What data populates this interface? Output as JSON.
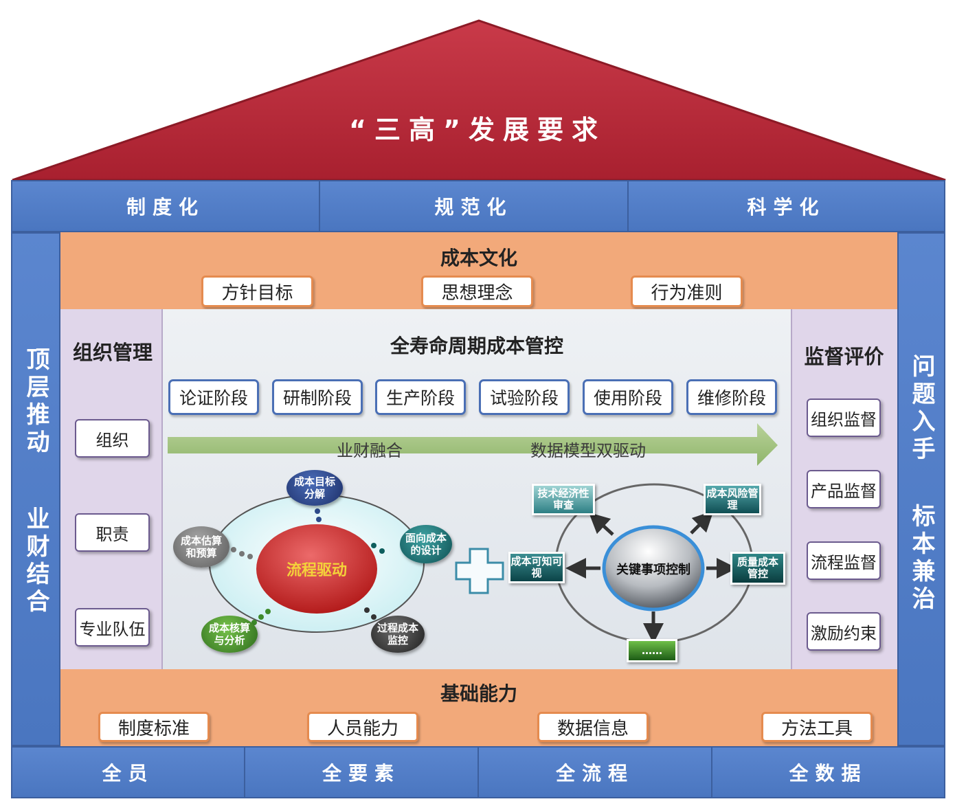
{
  "roof": {
    "title": "“三高”发展要求",
    "color": "#c1313f"
  },
  "top_row": [
    "制度化",
    "规范化",
    "科学化"
  ],
  "left_pillar": {
    "line1": "顶层推动",
    "line2": "业财结合"
  },
  "right_pillar": {
    "line1": "问题入手",
    "line2": "标本兼治"
  },
  "culture": {
    "title": "成本文化",
    "items": [
      "方针目标",
      "思想理念",
      "行为准则"
    ]
  },
  "org": {
    "title": "组织管理",
    "items": [
      "组织",
      "职责",
      "专业队伍"
    ]
  },
  "supervision": {
    "title": "监督评价",
    "items": [
      "组织监督",
      "产品监督",
      "流程监督",
      "激励约束"
    ]
  },
  "lifecycle": {
    "title": "全寿命周期成本管控",
    "stages": [
      "论证阶段",
      "研制阶段",
      "生产阶段",
      "试验阶段",
      "使用阶段",
      "维修阶段"
    ],
    "arrow_left": "业财融合",
    "arrow_right": "数据模型双驱动"
  },
  "process": {
    "center": "流程驱动",
    "nodes": [
      "成本目标分解",
      "面向成本的设计",
      "过程成本监控",
      "成本核算与分析",
      "成本估算和预算"
    ]
  },
  "key_control": {
    "center": "关键事项控制",
    "nodes": [
      "技术经济性审查",
      "成本风险管理",
      "成本可知可视",
      "质量成本管控",
      "……"
    ]
  },
  "foundation": {
    "title": "基础能力",
    "items": [
      "制度标准",
      "人员能力",
      "数据信息",
      "方法工具"
    ]
  },
  "bottom_row": [
    "全员",
    "全要素",
    "全流程",
    "全数据"
  ]
}
